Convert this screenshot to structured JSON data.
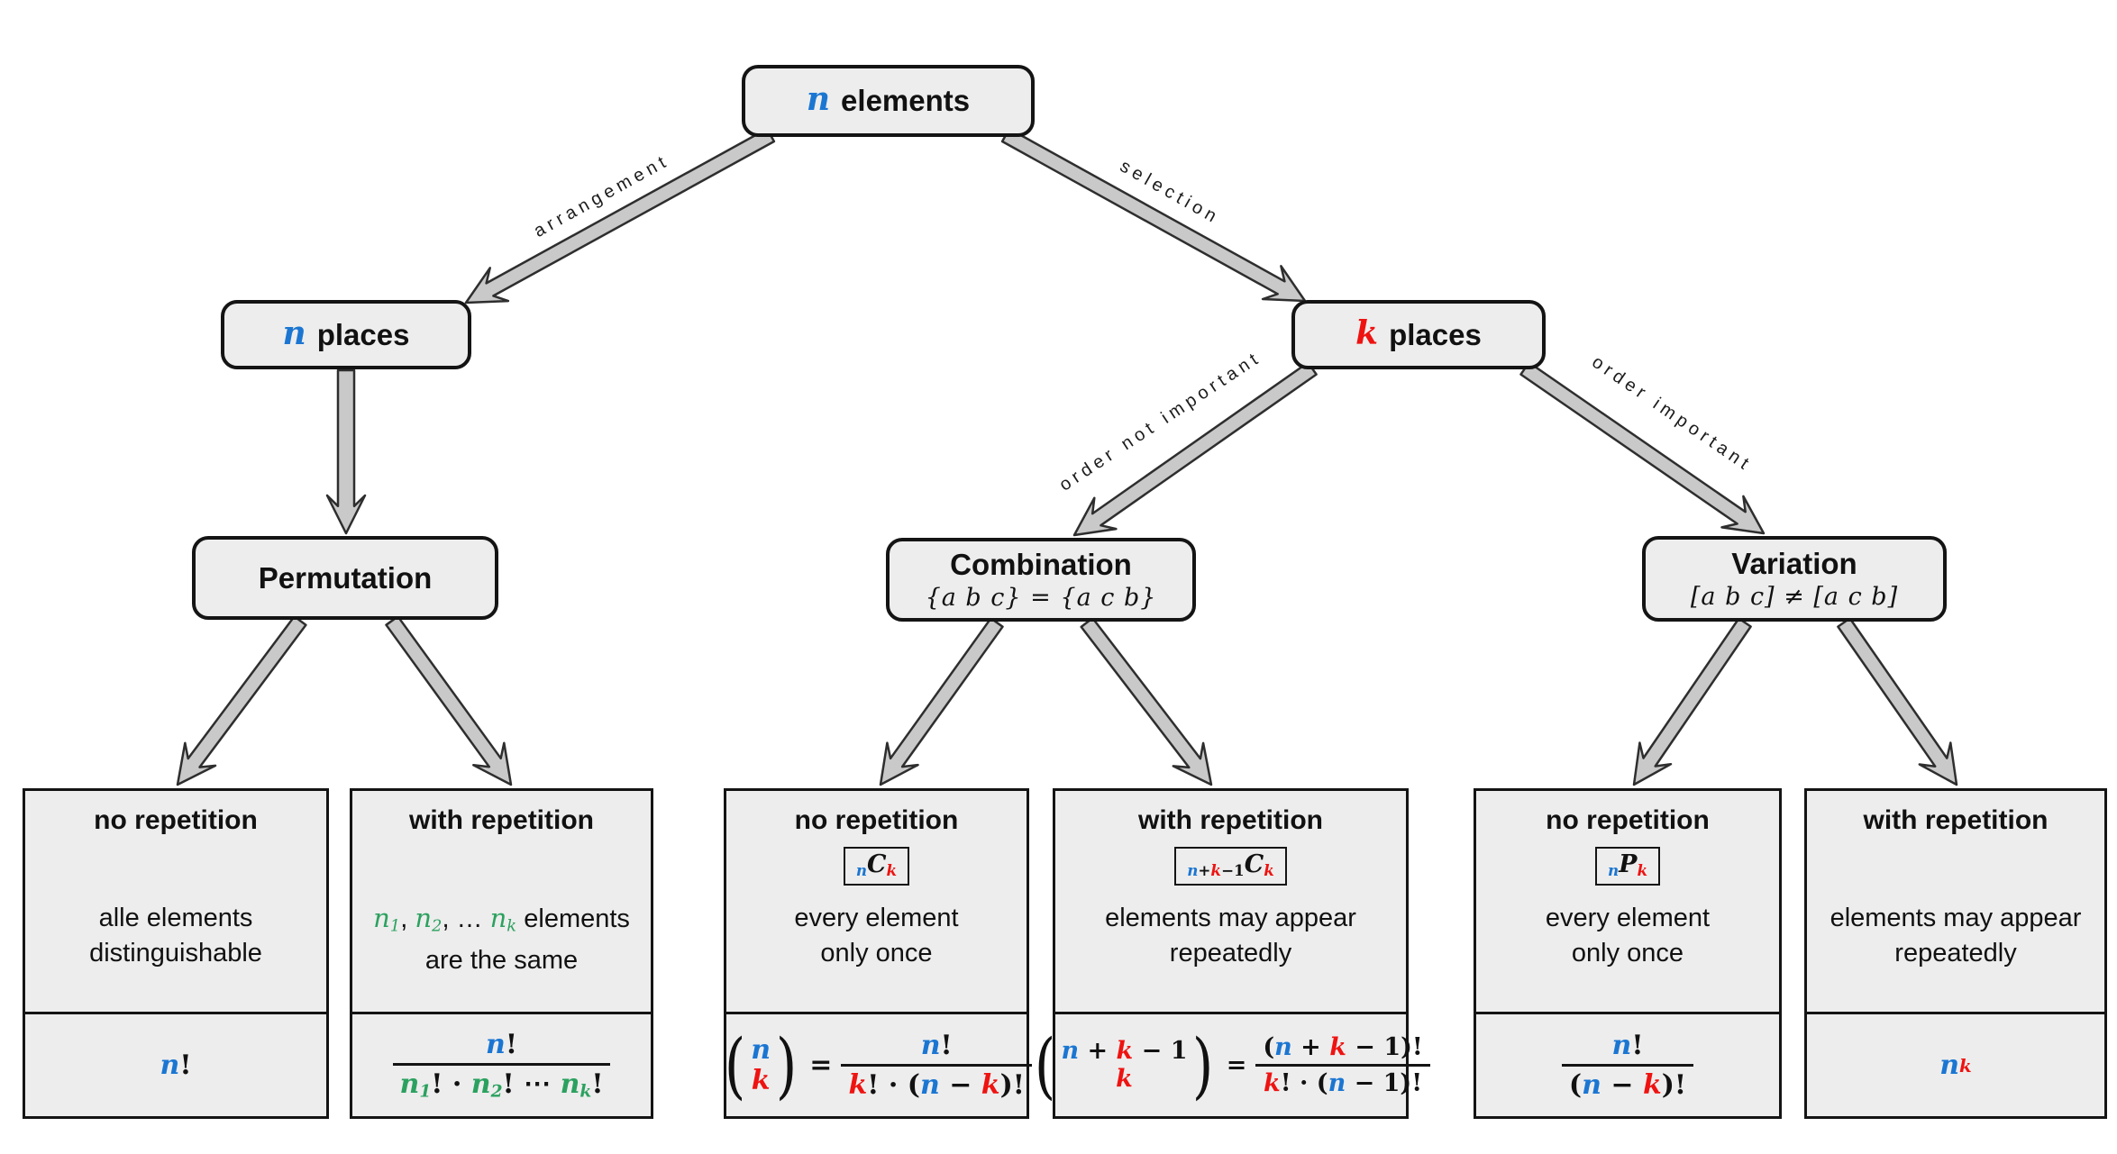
{
  "colors": {
    "blue": "#1b76d2",
    "red": "#ee1311",
    "green": "#2ba15f",
    "box_fill": "#ededed",
    "border": "#141414",
    "arrow_fill": "#c9c9c9",
    "arrow_stroke": "#2e2e2e"
  },
  "nodes": {
    "elements": {
      "var": "n",
      "label": "elements"
    },
    "n_places": {
      "var": "n",
      "label": "places"
    },
    "k_places": {
      "var": "k",
      "label": "places"
    },
    "permutation": {
      "title": "Permutation"
    },
    "combination": {
      "title": "Combination",
      "subtitle": "{a b c} = {a c b}"
    },
    "variation": {
      "title": "Variation",
      "subtitle": "[a b c] ≠ [a c b]"
    }
  },
  "edge_labels": {
    "arrangement": "arrangement",
    "selection": "selection",
    "order_not_important": "order not important",
    "order_important": "order important"
  },
  "cards": {
    "perm_norep": {
      "title": "no repetition",
      "body1": "alle elements",
      "body2": "distinguishable"
    },
    "perm_rep": {
      "title": "with repetition",
      "body_tail": "elements",
      "body2": "are the same"
    },
    "comb_norep": {
      "title": "no repetition",
      "body1": "every element",
      "body2": "only once"
    },
    "comb_rep": {
      "title": "with repetition",
      "body1": "elements may appear",
      "body2": "repeatedly"
    },
    "var_norep": {
      "title": "no repetition",
      "body1": "every element",
      "body2": "only once"
    },
    "var_rep": {
      "title": "with repetition",
      "body1": "elements may appear",
      "body2": "repeatedly"
    }
  },
  "math": {
    "n": "n",
    "k": "k",
    "C": "C",
    "P": "P",
    "one": "1",
    "two": "2",
    "excl": "!",
    "eq": "=",
    "lp": "(",
    "plus": "+",
    "minus_one": "−1",
    "sp": " ",
    "sp_plus_sp": " + ",
    "sp_minus_sp": " − ",
    "sp_minus_one": " − 1",
    "excl_cdot_lp": "! · (",
    "rp_excl": ")!",
    "sp_minus_one_rp_excl": " − 1)!",
    "sp_cdot_sp": " · ",
    "sp_cdots_sp": " ⋯ ",
    "comma_sp": ", ",
    "comma_dots_sp": ", … "
  }
}
